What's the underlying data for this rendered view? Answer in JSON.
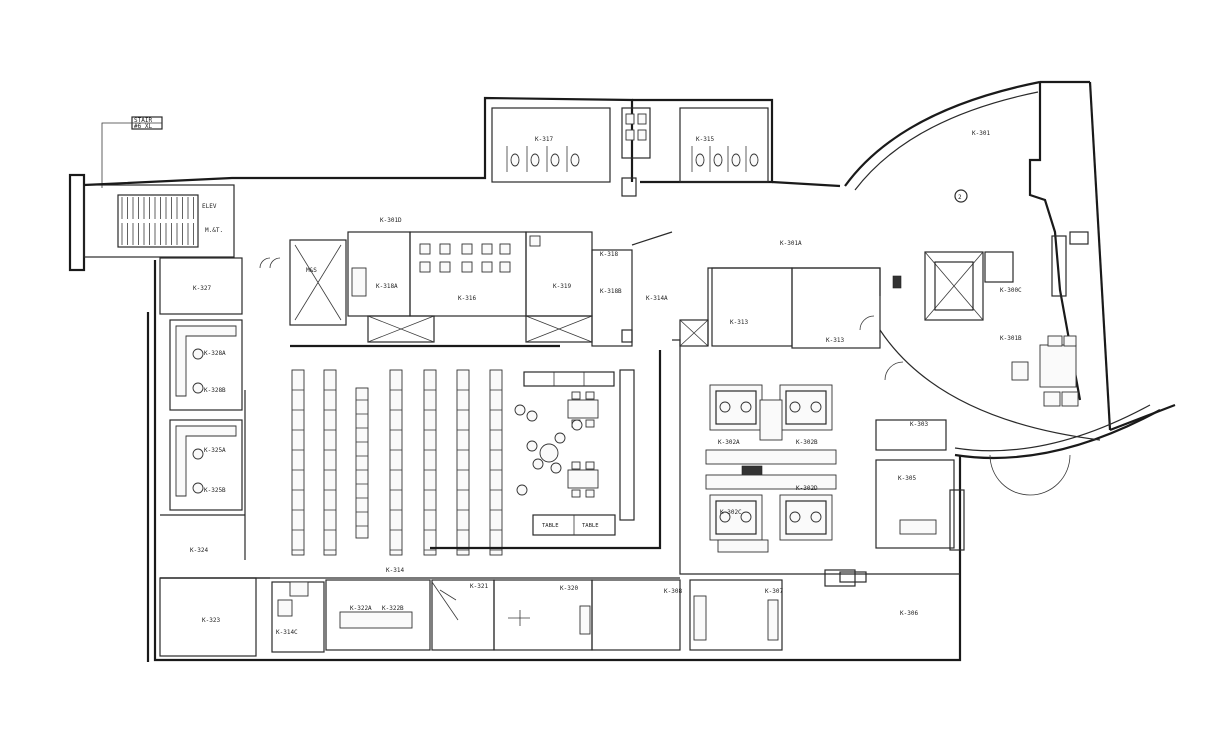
{
  "stair_tag": {
    "line1": "STAIR",
    "line2": "#6 XL"
  },
  "rooms": {
    "r317": "K-317",
    "r315": "K-315",
    "r301": "K-301",
    "r301d": "K-301D",
    "r301a": "K-301A",
    "r318": "K-318",
    "r318b": "K-318B",
    "r318a": "K-318A",
    "r316": "K-316",
    "r319": "K-319",
    "r314a": "K-314A",
    "r327": "K-327",
    "r313": "K-313",
    "r313b": "K-313",
    "r328a": "K-328A",
    "r328b": "K-328B",
    "r325a": "K-325A",
    "r325b": "K-325B",
    "r324": "K-324",
    "r323": "K-323",
    "r314c": "K-314C",
    "r314": "K-314",
    "r322a": "K-322A",
    "r322b": "K-322B",
    "r321": "K-321",
    "r320": "K-320",
    "r308": "K-308",
    "r307": "K-307",
    "r306": "K-306",
    "r305": "K-305",
    "r303": "K-303",
    "r302a": "K-302A",
    "r302b": "K-302B",
    "r302c": "K-302C",
    "r302d": "K-302D",
    "r300c": "K-300C",
    "r301b": "K-301B",
    "mr": "M&S",
    "mech": "M.&T.",
    "circle2": "2"
  },
  "tables": [
    "TABLE",
    "TABLE"
  ]
}
